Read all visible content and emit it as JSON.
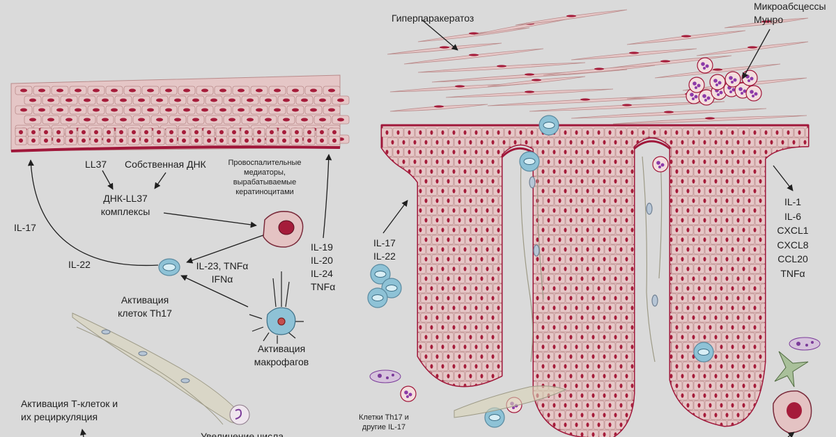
{
  "colors": {
    "background": "#dadada",
    "cell_fill": "#e6c7c7",
    "cell_stroke": "#b98b8b",
    "nucleus": "#a51c3a",
    "basement": "#a0173a",
    "tcell": "#8ec2d6",
    "fibroblast": "#d9d4b8"
  },
  "left_panel": {
    "labels": {
      "ll37": "LL37",
      "own_dna": "Собственная ДНК",
      "dna_ll37_line1": "ДНК-LL37",
      "dna_ll37_line2": "комплексы",
      "mediators": [
        "Провоспалительные",
        "медиаторы,",
        "вырабатываемые",
        "кератиноцитами"
      ],
      "il17": "IL-17",
      "il22": "IL-22",
      "il23_line1": "IL-23, TNFα",
      "il23_line2": "IFNα",
      "th17_line1": "Активация",
      "th17_line2": "клеток Th17",
      "macro_line1": "Активация",
      "macro_line2": "макрофагов",
      "cytokines": [
        "IL-19",
        "IL-20",
        "IL-24",
        "TNFα"
      ],
      "tcell_line1": "Активация Т-клеток и",
      "tcell_line2": "их рециркуляция",
      "bottom_cut": "Увеличение числа"
    }
  },
  "right_panel": {
    "labels": {
      "hyperparakeratosis": "Гиперпаракератоз",
      "munro_line1": "Микроабсцессы",
      "munro_line2": "Мунро",
      "il17": "IL-17",
      "il22": "IL-22",
      "cytokines": [
        "IL-1",
        "IL-6",
        "CXCL1",
        "CXCL8",
        "CCL20",
        "TNFα"
      ],
      "th17_line1": "Клетки Th17 и",
      "th17_line2": "другие IL-17"
    }
  }
}
